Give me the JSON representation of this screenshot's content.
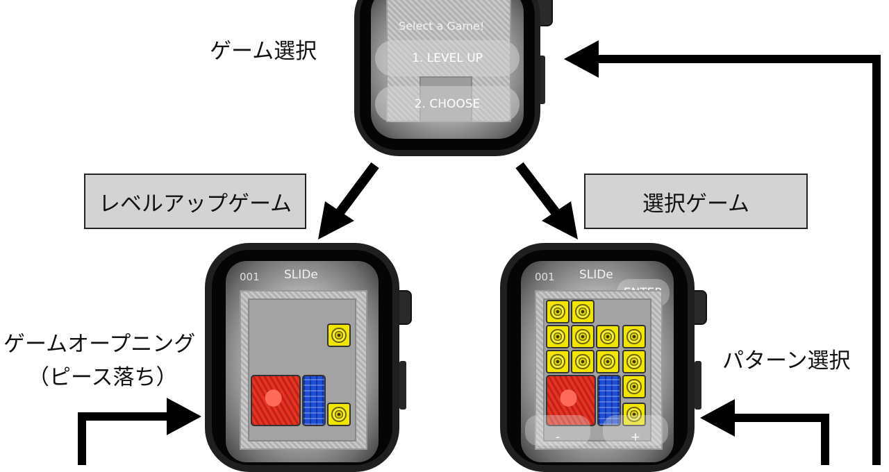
{
  "labels": {
    "game_select": "ゲーム選択",
    "level_up_game": "レベルアップゲーム",
    "select_game": "選択ゲーム",
    "game_opening_line1": "ゲームオープニング",
    "game_opening_line2": "（ピース落ち）",
    "pattern_select": "パターン選択"
  },
  "top_watch": {
    "title": "Select a Game!",
    "option1": "1. LEVEL UP",
    "option2": "2. CHOOSE"
  },
  "left_watch": {
    "level": "001",
    "title": "SLIDe"
  },
  "right_watch": {
    "level": "001",
    "title": "SLIDe",
    "enter": "ENTER",
    "minus": "-",
    "plus": "+"
  },
  "colors": {
    "yellow_piece": "#f2e600",
    "red_piece": "#e63324",
    "blue_piece": "#1f4fd6",
    "box_fill": "#d3d3d3"
  }
}
